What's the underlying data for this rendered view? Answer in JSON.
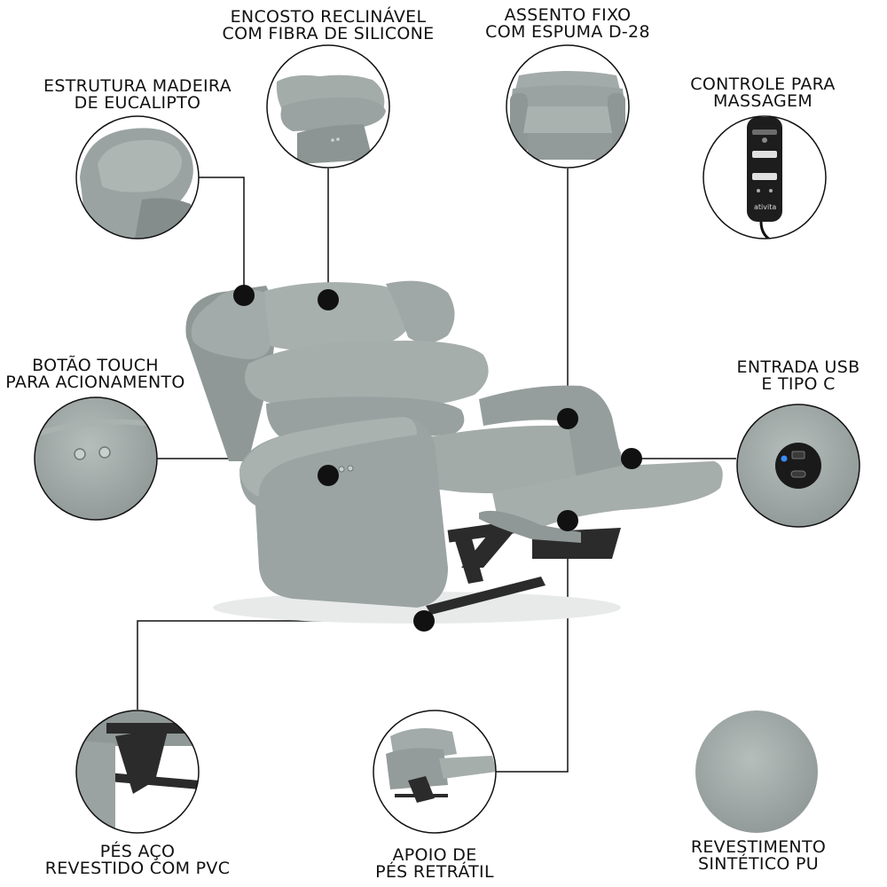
{
  "features": [
    {
      "id": "estrutura",
      "lines": [
        "ESTRUTURA MADEIRA",
        "DE EUCALIPTO"
      ]
    },
    {
      "id": "encosto",
      "lines": [
        "ENCOSTO RECLINÁVEL",
        "COM FIBRA DE SILICONE"
      ]
    },
    {
      "id": "assento",
      "lines": [
        "ASSENTO FIXO",
        "COM ESPUMA D-28"
      ]
    },
    {
      "id": "controle",
      "lines": [
        "CONTROLE PARA",
        "MASSAGEM"
      ]
    },
    {
      "id": "botao",
      "lines": [
        "BOTÃO TOUCH",
        "PARA ACIONAMENTO"
      ]
    },
    {
      "id": "usb",
      "lines": [
        "ENTRADA USB",
        "E TIPO C"
      ]
    },
    {
      "id": "pes",
      "lines": [
        "PÉS AÇO",
        "REVESTIDO COM PVC"
      ]
    },
    {
      "id": "apoio",
      "lines": [
        "APOIO DE",
        "PÉS RETRÁTIL"
      ]
    },
    {
      "id": "revestimento",
      "lines": [
        "REVESTIMENTO",
        "SINTÉTICO PU"
      ]
    }
  ],
  "remote_brand": "ativita",
  "colors": {
    "upholstery": "#9aa3a1",
    "upholstery_dark": "#7f8886",
    "upholstery_light": "#b4bcba",
    "metal": "#2b2b2b",
    "line": "#111111",
    "usb_led": "#3a8dff"
  }
}
